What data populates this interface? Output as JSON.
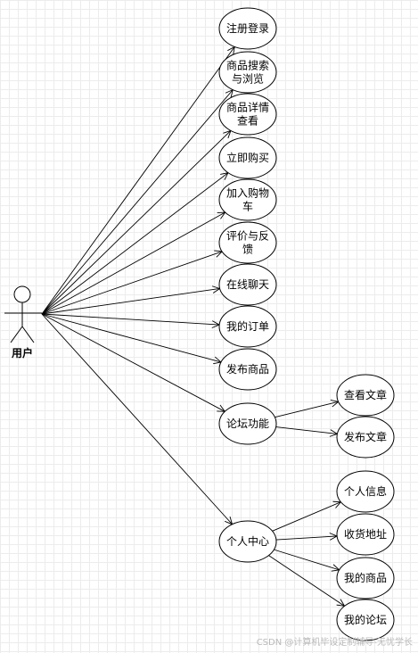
{
  "actor": {
    "label": "用户"
  },
  "use_cases": [
    {
      "id": "register",
      "lines": [
        "注册登录"
      ]
    },
    {
      "id": "search",
      "lines": [
        "商品搜索",
        "与浏览"
      ]
    },
    {
      "id": "detail",
      "lines": [
        "商品详情",
        "查看"
      ]
    },
    {
      "id": "buy-now",
      "lines": [
        "立即购买"
      ]
    },
    {
      "id": "add-cart",
      "lines": [
        "加入购物",
        "车"
      ]
    },
    {
      "id": "review",
      "lines": [
        "评价与反",
        "馈"
      ]
    },
    {
      "id": "chat",
      "lines": [
        "在线聊天"
      ]
    },
    {
      "id": "my-orders",
      "lines": [
        "我的订单"
      ]
    },
    {
      "id": "publish-goods",
      "lines": [
        "发布商品"
      ]
    },
    {
      "id": "forum",
      "lines": [
        "论坛功能"
      ]
    },
    {
      "id": "view-article",
      "lines": [
        "查看文章"
      ]
    },
    {
      "id": "publish-article",
      "lines": [
        "发布文章"
      ]
    },
    {
      "id": "personal-center",
      "lines": [
        "个人中心"
      ]
    },
    {
      "id": "personal-info",
      "lines": [
        "个人信息"
      ]
    },
    {
      "id": "address",
      "lines": [
        "收货地址"
      ]
    },
    {
      "id": "my-goods",
      "lines": [
        "我的商品"
      ]
    },
    {
      "id": "my-forum",
      "lines": [
        "我的论坛"
      ]
    }
  ],
  "relations": [
    {
      "from": "actor",
      "to": "register"
    },
    {
      "from": "actor",
      "to": "search"
    },
    {
      "from": "actor",
      "to": "detail"
    },
    {
      "from": "actor",
      "to": "buy-now"
    },
    {
      "from": "actor",
      "to": "add-cart"
    },
    {
      "from": "actor",
      "to": "review"
    },
    {
      "from": "actor",
      "to": "chat"
    },
    {
      "from": "actor",
      "to": "my-orders"
    },
    {
      "from": "actor",
      "to": "publish-goods"
    },
    {
      "from": "actor",
      "to": "forum"
    },
    {
      "from": "actor",
      "to": "personal-center"
    },
    {
      "from": "forum",
      "to": "view-article"
    },
    {
      "from": "forum",
      "to": "publish-article"
    },
    {
      "from": "personal-center",
      "to": "personal-info"
    },
    {
      "from": "personal-center",
      "to": "address"
    },
    {
      "from": "personal-center",
      "to": "my-goods"
    },
    {
      "from": "personal-center",
      "to": "my-forum"
    }
  ],
  "watermark": "CSDN @计算机毕设定制辅导-无忧学长"
}
